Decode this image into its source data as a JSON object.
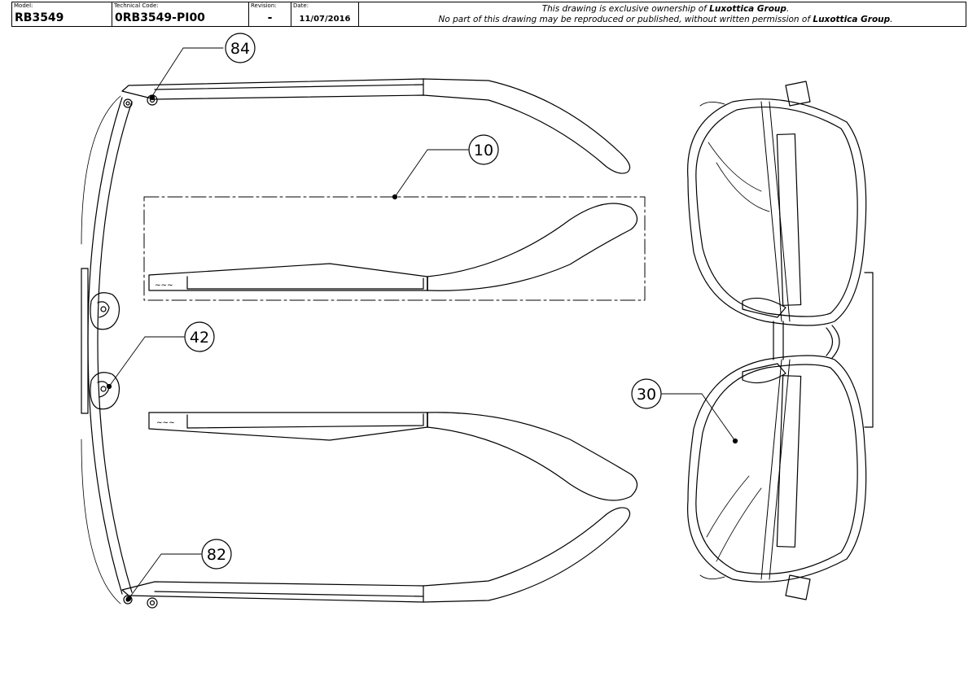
{
  "title_block": {
    "model_caption": "Model:",
    "model": "RB3549",
    "technical_code_caption": "Technical Code:",
    "technical_code": "0RB3549-PI00",
    "revision_caption": "Revision:",
    "revision": "-",
    "date_caption": "Date:",
    "date": "11/07/2016",
    "notice_line1_pre": "This drawing is exclusive ownership of ",
    "notice_line1_owner": "Luxottica Group",
    "notice_line1_post": ".",
    "notice_line2_pre": "No part of this drawing may be reproduced or published, without written permission of ",
    "notice_line2_owner": "Luxottica Group",
    "notice_line2_post": "."
  },
  "callouts": {
    "c84": "84",
    "c10": "10",
    "c42": "42",
    "c82": "82",
    "c30": "30"
  }
}
